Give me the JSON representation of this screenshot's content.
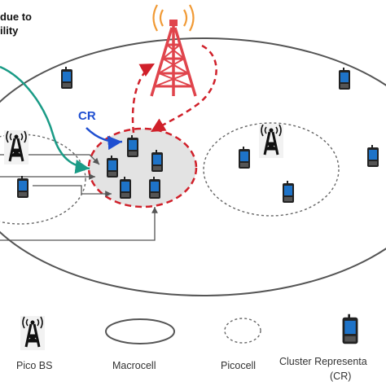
{
  "top_label_line1": "due to",
  "top_label_line2": "ility",
  "cr_callout": "CR",
  "legend": {
    "pico_bs": "Pico BS",
    "macrocell": "Macrocell",
    "picocell": "Picocell",
    "cluster_line1": "Cluster Representa",
    "cluster_line2": "(CR)"
  },
  "colors": {
    "macro_tower": "#e0444c",
    "dashed_link": "#d0202a",
    "blue_arrow": "#1f4fd1",
    "teal_arrow": "#1a9b86",
    "cluster_fill": "#e3e3e3"
  }
}
